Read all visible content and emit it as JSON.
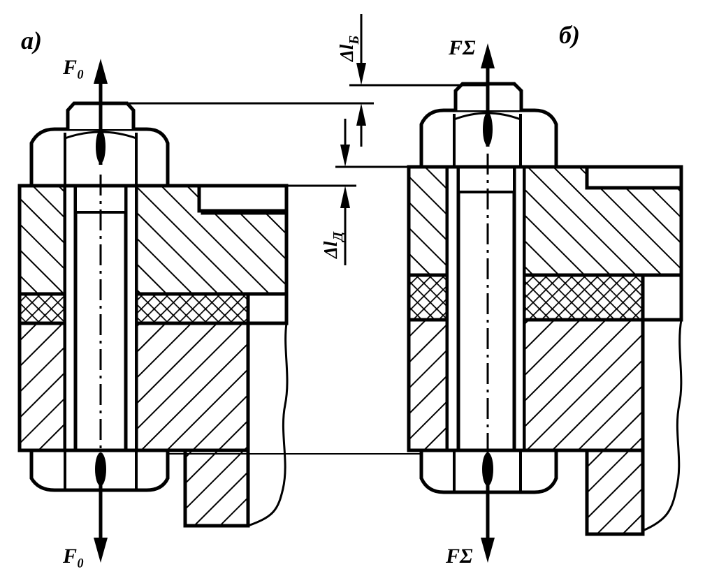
{
  "variant_a": {
    "label": "а)",
    "force_top": "F₀",
    "force_bottom": "F₀"
  },
  "variant_b": {
    "label": "б)",
    "force_top": "FΣ",
    "force_bottom": "FΣ"
  },
  "dimensions": {
    "bolt_elongation": "Δl",
    "bolt_elongation_sub": "Б",
    "part_compression": "Δl",
    "part_compression_sub": "Д"
  },
  "colors": {
    "line": "#000000",
    "background": "#ffffff"
  }
}
